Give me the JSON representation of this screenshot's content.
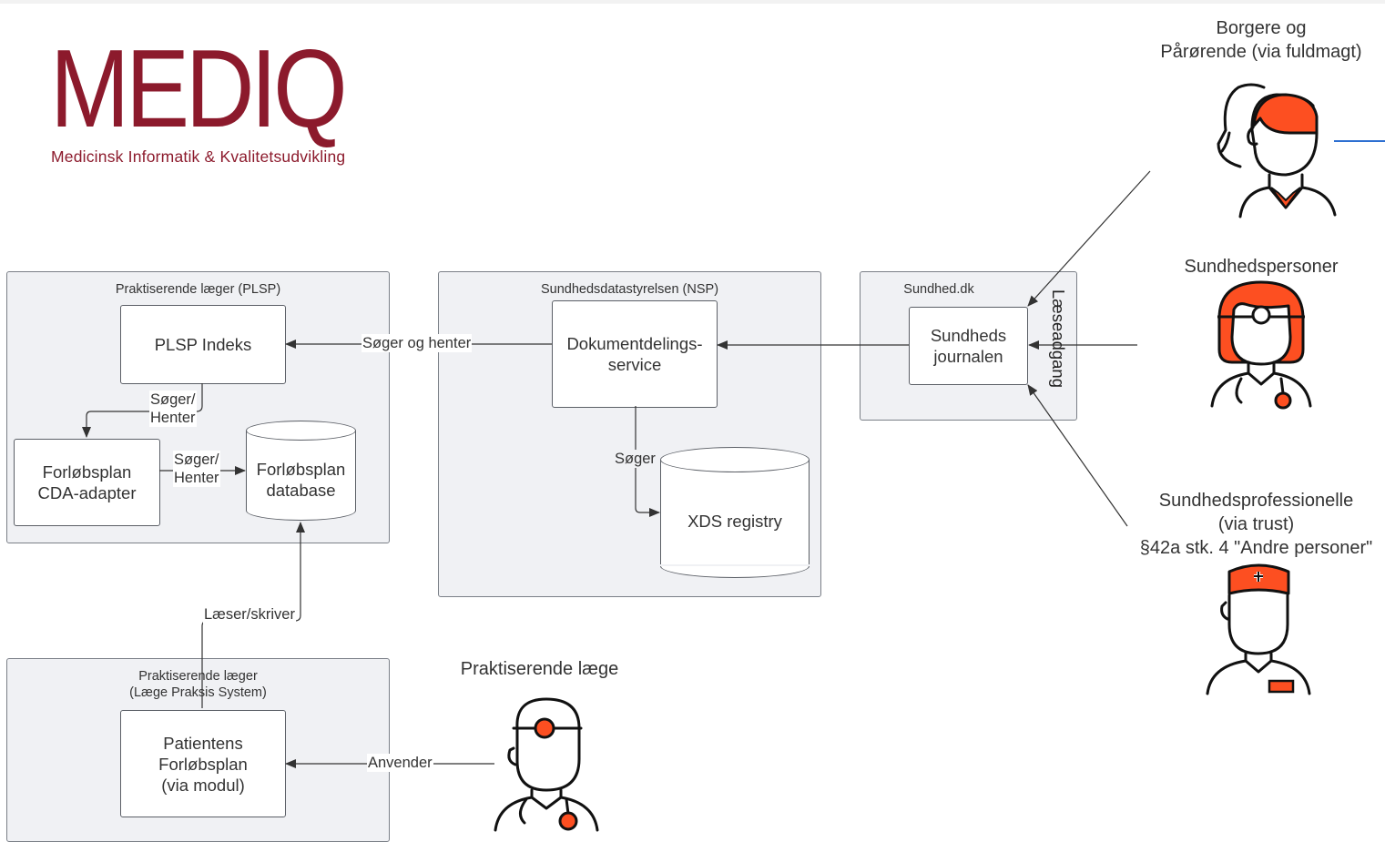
{
  "logo": {
    "wordmark": "MEDIQ",
    "tagline": "Medicinsk Informatik & Kvalitetsudvikling",
    "color": "#8c1a2c"
  },
  "colors": {
    "accent": "#fd4f21",
    "group_fill": "#f0f1f4",
    "line": "#333333",
    "highlight_line": "#2d6fd1"
  },
  "groups": {
    "plsp": "Praktiserende læger (PLSP)",
    "nsp": "Sundhedsdatastyrelsen (NSP)",
    "sundhed": "Sundhed.dk",
    "lps": "Praktiserende læger\n(Læge Praksis System)"
  },
  "nodes": {
    "plsp_index": "PLSP Indeks",
    "cda_adapter": "Forløbsplan\nCDA-adapter",
    "forlob_db": "Forløbsplan\ndatabase",
    "doc_service": "Dokumentdelings-\nservice",
    "xds": "XDS registry",
    "journal": "Sundheds\njournalen",
    "patient_plan": "Patientens\nForløbsplan\n(via modul)"
  },
  "edges": {
    "soger_henter_main": "Søger og henter",
    "soger_henter_1": "Søger/\nHenter",
    "soger_henter_2": "Søger/\nHenter",
    "soger": "Søger",
    "laeser_skriver": "Læser/skriver",
    "anvender": "Anvender",
    "laeseadgang": "Læseadgang"
  },
  "actors": {
    "borgere": "Borgere og\nPårørende (via fuldmagt)",
    "sundhedspersoner": "Sundhedspersoner",
    "professionelle": "Sundhedsprofessionelle\n(via trust)\n§42a stk. 4 \"Andre personer\"",
    "laege": "Praktiserende læge"
  },
  "icons": {
    "borgere": "citizen-relatives-icon",
    "sundhedspersoner": "health-person-icon",
    "professionelle": "nurse-icon",
    "laege": "doctor-icon"
  }
}
